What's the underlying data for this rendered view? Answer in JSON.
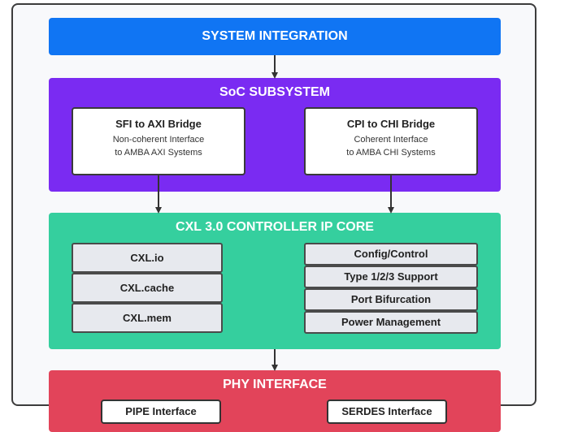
{
  "system_integration": {
    "title": "SYSTEM INTEGRATION"
  },
  "soc_subsystem": {
    "title": "SoC SUBSYSTEM",
    "bridges": [
      {
        "title": "SFI to AXI Bridge",
        "line1": "Non-coherent Interface",
        "line2": "to AMBA AXI Systems"
      },
      {
        "title": "CPI to CHI Bridge",
        "line1": "Coherent Interface",
        "line2": "to AMBA CHI Systems"
      }
    ]
  },
  "cxl_controller": {
    "title": "CXL 3.0 CONTROLLER IP CORE",
    "protocols": [
      "CXL.io",
      "CXL.cache",
      "CXL.mem"
    ],
    "features": [
      "Config/Control",
      "Type 1/2/3 Support",
      "Port Bifurcation",
      "Power Management"
    ]
  },
  "phy_interface": {
    "title": "PHY INTERFACE",
    "interfaces": [
      "PIPE Interface",
      "SERDES Interface"
    ]
  },
  "colors": {
    "system_integration": "#1075f3",
    "soc_subsystem": "#7a2bf2",
    "cxl_controller": "#35cf9e",
    "phy_interface": "#e2445a",
    "connector": "#333333"
  }
}
